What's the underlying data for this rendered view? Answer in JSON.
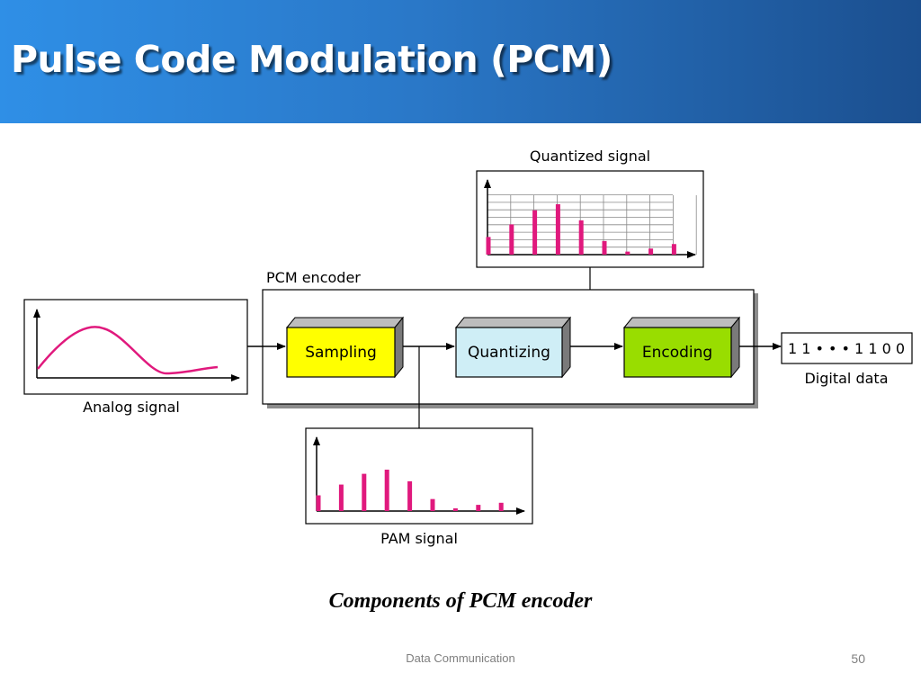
{
  "slide": {
    "title": "Pulse Code Modulation (PCM)",
    "caption": "Components of PCM encoder",
    "footer": "Data Communication",
    "page_number": "50"
  },
  "diagram": {
    "encoder_label": "PCM encoder",
    "blocks": [
      {
        "label": "Sampling",
        "color": "#ffff00"
      },
      {
        "label": "Quantizing",
        "color": "#cfeef6"
      },
      {
        "label": "Encoding",
        "color": "#99dd00"
      }
    ],
    "analog_label": "Analog signal",
    "quantized_label": "Quantized signal",
    "pam_label": "PAM signal",
    "digital_label": "Digital data",
    "digital_bits": "1 1 • • • 1 1 0 0",
    "pulse_color": "#e0197d",
    "pam_pulses": [
      0.38,
      0.64,
      0.9,
      1.0,
      0.72,
      0.29,
      0.05,
      0.15,
      0.2
    ],
    "quantized_pulses": [
      0.35,
      0.6,
      0.88,
      1.0,
      0.68,
      0.27,
      0.06,
      0.12,
      0.21
    ]
  }
}
